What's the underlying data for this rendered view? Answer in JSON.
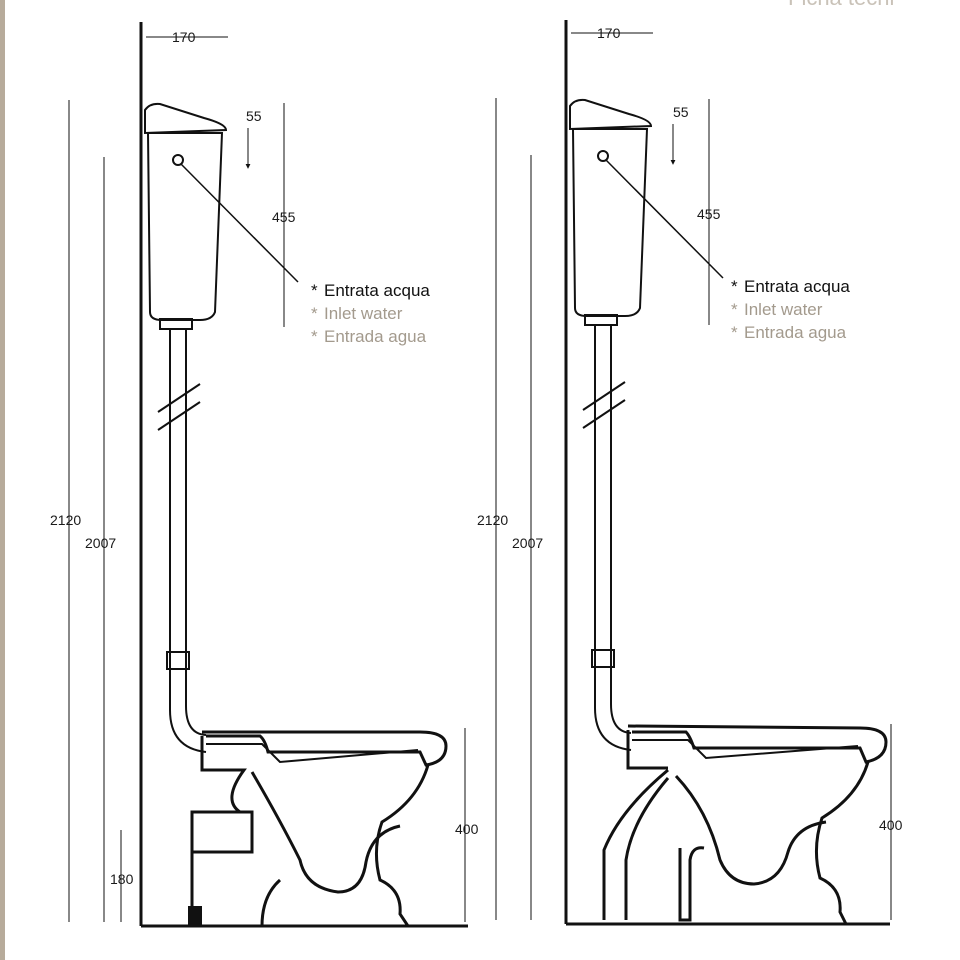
{
  "header_fragment": "Ficha técni",
  "colors": {
    "ink": "#111111",
    "label_secondary": "#a39a8d",
    "edge_strip": "#b7ab9b"
  },
  "views": [
    {
      "id": "left",
      "dimensions": {
        "depth_170": "170",
        "d55": "55",
        "d455": "455",
        "h2120": "2120",
        "h2007": "2007",
        "h400": "400",
        "h180": "180"
      },
      "labels": {
        "it": "Entrata acqua",
        "en": "Inlet water",
        "es": "Entrada agua",
        "bullet": "*"
      }
    },
    {
      "id": "right",
      "dimensions": {
        "depth_170": "170",
        "d55": "55",
        "d455": "455",
        "h2120": "2120",
        "h2007": "2007",
        "h400": "400"
      },
      "labels": {
        "it": "Entrata acqua",
        "en": "Inlet water",
        "es": "Entrada agua",
        "bullet": "*"
      }
    }
  ]
}
